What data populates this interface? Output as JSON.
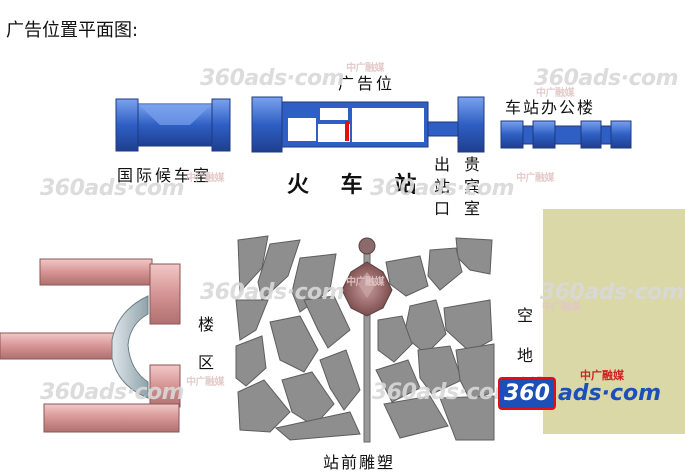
{
  "title": "广告位置平面图:",
  "labels": {
    "ad_position": "广告位",
    "station_office": "车站办公楼",
    "intl_waiting": "国际候车室",
    "train_station": "火 车 站",
    "exit": "出站口",
    "vip_room": "贵宾室",
    "building_area": "楼区",
    "empty_lot": "空地",
    "sculpture": "站前雕塑"
  },
  "watermark": {
    "brand": "360ads·com",
    "sub": "中广融媒"
  },
  "colors": {
    "building_blue": "#2f5fc4",
    "building_blue_light": "#6f98e6",
    "building_pink": "#d99a9a",
    "plaza_gray": "#8c8c8c",
    "empty_lot": "#d9d8a6",
    "ad_marker": "#e01010",
    "sculpture": "#9a6a6a"
  }
}
